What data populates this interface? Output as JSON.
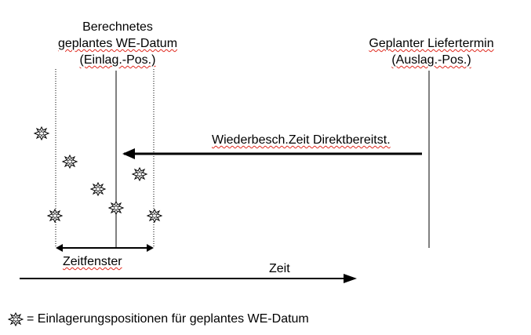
{
  "left_header": {
    "line1": "Berechnetes",
    "line2": "geplantes WE-Datum",
    "line3": "(Einlag.-Pos.)"
  },
  "right_header": {
    "line1": "Geplanter Liefertermin",
    "line2": "(Auslag.-Pos.)"
  },
  "arrow_label": "Wiederbesch.Zeit Direktbereitst.",
  "window_label": "Zeitfenster",
  "time_label": "Zeit",
  "legend": {
    "text": "= Einlagerungspositionen für geplantes WE-Datum",
    "icon": "starburst-icon"
  },
  "colors": {
    "spellcheck_underline": "#e0281e"
  }
}
